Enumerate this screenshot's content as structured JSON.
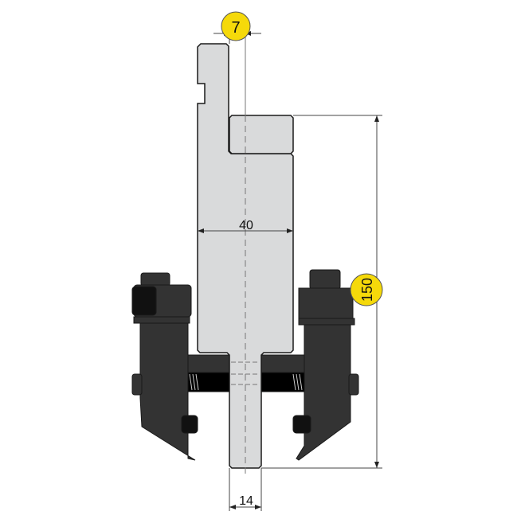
{
  "dimensions": {
    "tip_offset": "7",
    "body_width": "40",
    "tang_width": "14",
    "height": "150"
  },
  "colors": {
    "tool_fill": "#d9dadb",
    "holder_fill": "#333333",
    "badge_fill": "#f5d90a",
    "outline": "#1a1a1a"
  }
}
